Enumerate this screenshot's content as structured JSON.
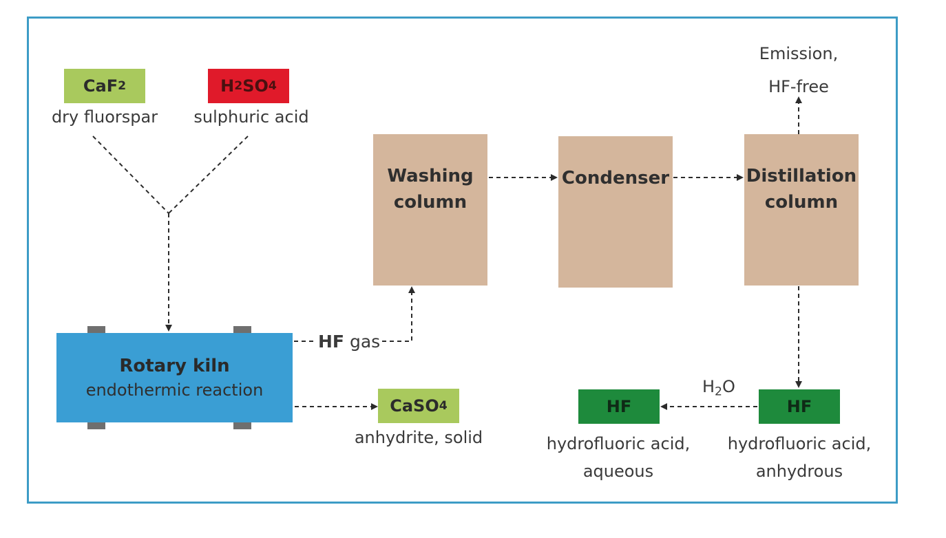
{
  "inputs": {
    "caf2": {
      "formula": "CaF",
      "subscript": "2",
      "label": "dry fluorspar",
      "color": "#a9c95d"
    },
    "h2so4": {
      "formula_a": "H",
      "sub_a": "2",
      "formula_b": "SO",
      "sub_b": "4",
      "label": "sulphuric acid",
      "color": "#e01a2a"
    }
  },
  "kiln": {
    "title": "Rotary kiln",
    "subtitle": "endothermic reaction",
    "color": "#3a9ed4"
  },
  "hf_gas": {
    "bold": "HF",
    "rest": " gas"
  },
  "caso4": {
    "formula": "CaSO",
    "subscript": "4",
    "label": "anhydrite, solid",
    "color": "#a9c95d"
  },
  "process": {
    "washing": {
      "line1": "Washing",
      "line2": "column"
    },
    "condenser": {
      "label": "Condenser"
    },
    "distillation": {
      "line1": "Distillation",
      "line2": "column"
    },
    "color": "#d4b69c"
  },
  "emission": {
    "line1": "Emission,",
    "line2": "HF-free"
  },
  "water": {
    "formula_a": "H",
    "sub": "2",
    "formula_b": "O"
  },
  "products": {
    "anhydrous": {
      "chip": "HF",
      "line1": "hydrofluoric acid,",
      "line2": "anhydrous"
    },
    "aqueous": {
      "chip": "HF",
      "line1": "hydrofluoric acid,",
      "line2": "aqueous"
    },
    "color": "#1e8a3c"
  }
}
